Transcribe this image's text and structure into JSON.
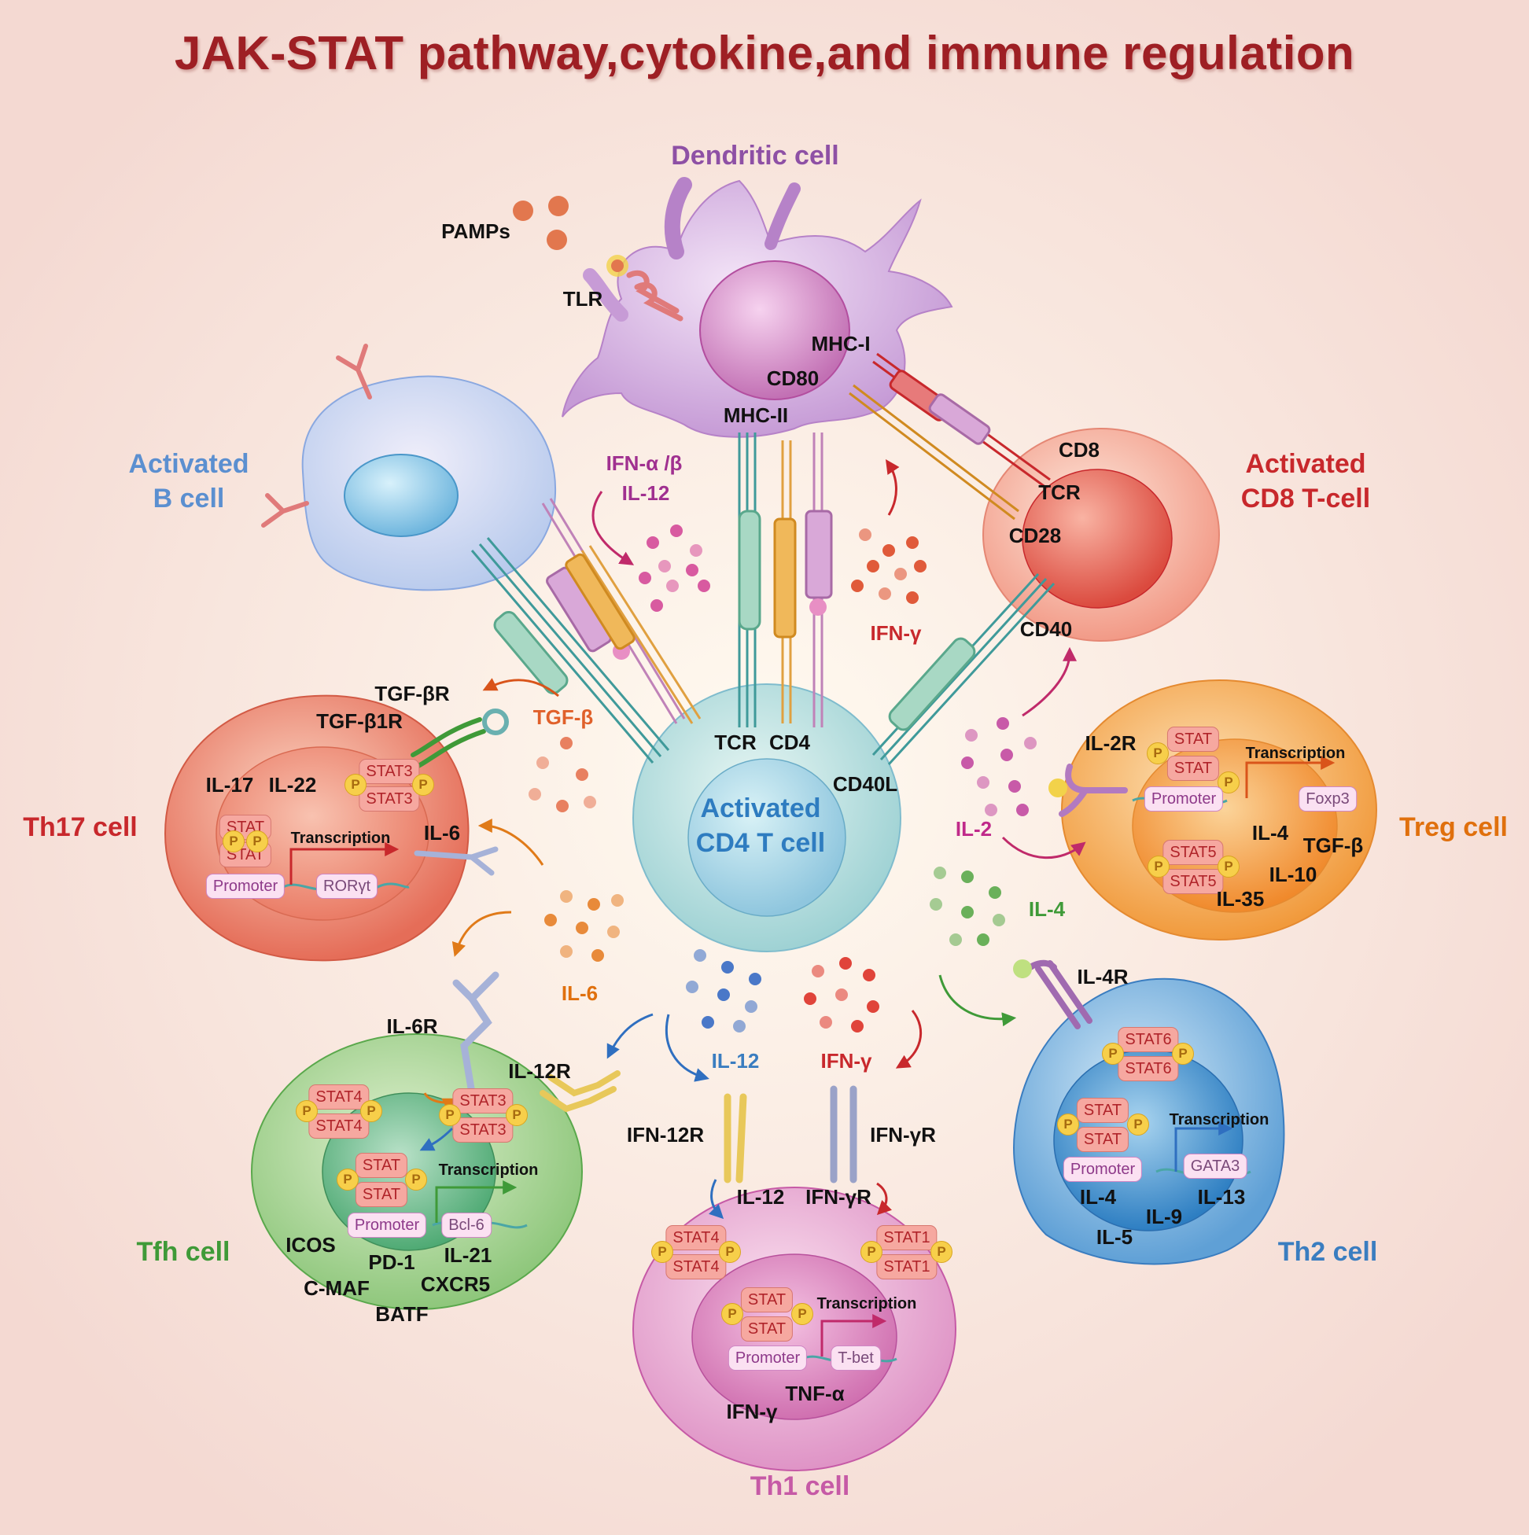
{
  "title": "JAK-STAT pathway,cytokine,and immune regulation",
  "cells": {
    "dendritic": "Dendritic cell",
    "b_cell": [
      "Activated",
      "B cell"
    ],
    "cd8": [
      "Activated",
      "CD8 T-cell"
    ],
    "cd4": [
      "Activated",
      "CD4 T cell"
    ],
    "th17": "Th17 cell",
    "treg": "Treg cell",
    "tfh": "Tfh cell",
    "th2": "Th2 cell",
    "th1": "Th1 cell"
  },
  "dc_labels": {
    "pamps": "PAMPs",
    "tlr": "TLR",
    "mhc1": "MHC-I",
    "cd80": "CD80",
    "mhc2": "MHC-II"
  },
  "cd8_labels": {
    "cd8": "CD8",
    "tcr": "TCR",
    "cd28": "CD28",
    "cd40": "CD40"
  },
  "cd4_labels": {
    "tcr": "TCR",
    "cd4": "CD4",
    "cd40l": "CD40L"
  },
  "cytokines": {
    "ifn_ab": "IFN-α /β",
    "il12_top": "IL-12",
    "ifng_top": "IFN-γ",
    "tgfb": "TGF-β",
    "il6_th17": "IL-6",
    "il6_mid": "IL-6",
    "il2": "IL-2",
    "il4": "IL-4",
    "il12_mid": "IL-12",
    "ifng_mid": "IFN-γ"
  },
  "th17": {
    "tgfbr": "TGF-βR",
    "tgfb1r": "TGF-β1R",
    "il17": "IL-17",
    "il22": "IL-22",
    "stat3a": "STAT3",
    "stat3b": "STAT3",
    "stat_a": "STAT",
    "stat_b": "STAT",
    "transcription": "Transcription",
    "promoter": "Promoter",
    "gene": "RORγt"
  },
  "treg": {
    "il2r": "IL-2R",
    "stat_a": "STAT",
    "stat_b": "STAT",
    "transcription": "Transcription",
    "promoter": "Promoter",
    "gene": "Foxp3",
    "stat5a": "STAT5",
    "stat5b": "STAT5",
    "il4": "IL-4",
    "tgfb": "TGF-β",
    "il10": "IL-10",
    "il35": "IL-35"
  },
  "tfh": {
    "il6r": "IL-6R",
    "il12r": "IL-12R",
    "stat4a": "STAT4",
    "stat4b": "STAT4",
    "stat3a": "STAT3",
    "stat3b": "STAT3",
    "stat_a": "STAT",
    "stat_b": "STAT",
    "transcription": "Transcription",
    "promoter": "Promoter",
    "gene": "Bcl-6",
    "icos": "ICOS",
    "pd1": "PD-1",
    "il21": "IL-21",
    "cmaf": "C-MAF",
    "cxcr5": "CXCR5",
    "batf": "BATF"
  },
  "th2": {
    "il4r": "IL-4R",
    "stat6a": "STAT6",
    "stat6b": "STAT6",
    "stat_a": "STAT",
    "stat_b": "STAT",
    "transcription": "Transcription",
    "promoter": "Promoter",
    "gene": "GATA3",
    "il4": "IL-4",
    "il9": "IL-9",
    "il13": "IL-13",
    "il5": "IL-5"
  },
  "th1": {
    "ifn12r": "IFN-12R",
    "ifngr_top": "IFN-γR",
    "il12": "IL-12",
    "ifngr": "IFN-γR",
    "stat4a": "STAT4",
    "stat4b": "STAT4",
    "stat1a": "STAT1",
    "stat1b": "STAT1",
    "stat_a": "STAT",
    "stat_b": "STAT",
    "transcription": "Transcription",
    "promoter": "Promoter",
    "gene": "T-bet",
    "ifng": "IFN-γ",
    "tnfa": "TNF-α"
  },
  "phospho": "P",
  "colors": {
    "title": "#9e1f24",
    "dendritic": "#8e50a5",
    "b_cell": "#5b8fd0",
    "cd8": "#c8282c",
    "cd4": "#2e7cc0",
    "th17": "#c8282c",
    "treg": "#e0700d",
    "tfh": "#3f9a38",
    "th2": "#3a7dc0",
    "th1": "#c65aa6"
  }
}
